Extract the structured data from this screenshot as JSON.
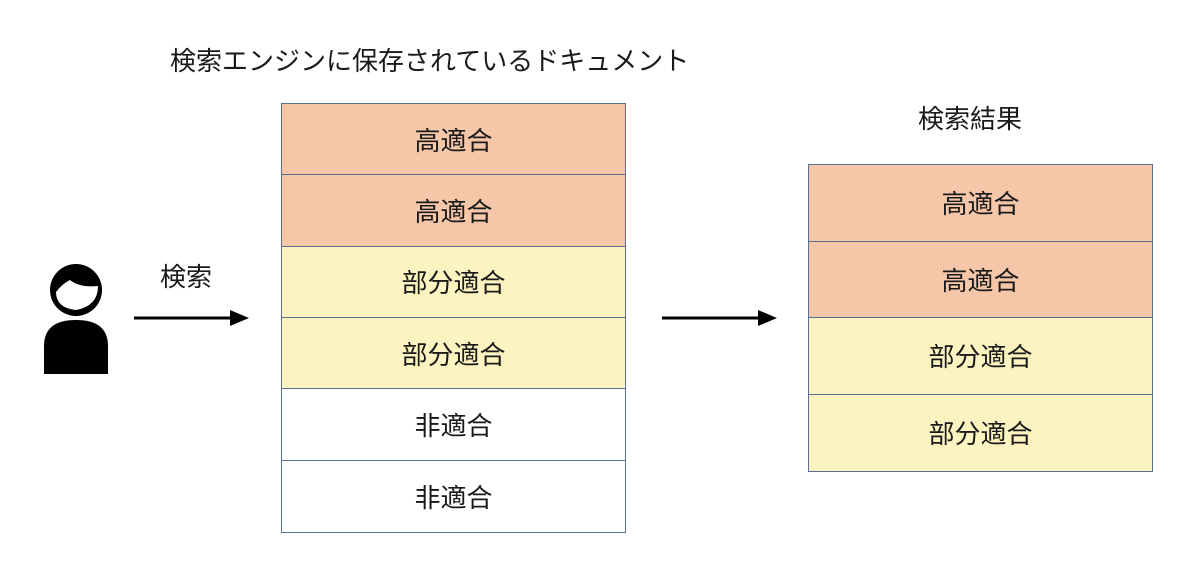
{
  "title_documents": "検索エンジンに保存されているドキュメント",
  "title_results": "検索結果",
  "search_label": "検索",
  "colors": {
    "high": "#f5c6a7",
    "partial": "#fcf3c1",
    "none": "#ffffff",
    "border": "#5a6f93",
    "arrow": "#000000"
  },
  "documents": [
    {
      "label": "高適合",
      "level": "high"
    },
    {
      "label": "高適合",
      "level": "high"
    },
    {
      "label": "部分適合",
      "level": "partial"
    },
    {
      "label": "部分適合",
      "level": "partial"
    },
    {
      "label": "非適合",
      "level": "none"
    },
    {
      "label": "非適合",
      "level": "none"
    }
  ],
  "results": [
    {
      "label": "高適合",
      "level": "high"
    },
    {
      "label": "高適合",
      "level": "high"
    },
    {
      "label": "部分適合",
      "level": "partial"
    },
    {
      "label": "部分適合",
      "level": "partial"
    }
  ],
  "icons": {
    "user": "user-icon",
    "arrow": "arrow-right-icon"
  }
}
